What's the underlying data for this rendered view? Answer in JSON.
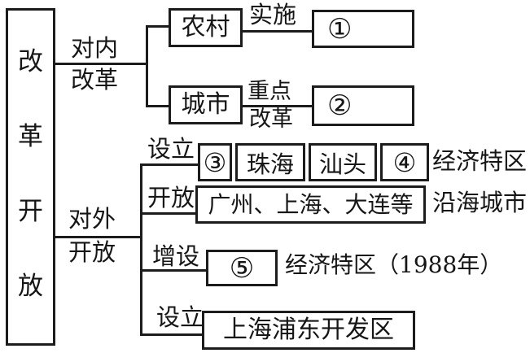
{
  "colors": {
    "line": "#1c1c1c",
    "background": "#ffffff"
  },
  "root": {
    "chars": [
      "改",
      "革",
      "开",
      "放"
    ]
  },
  "domestic": {
    "edge_top": "对内",
    "edge_bottom": "改革",
    "rural": {
      "label": "农村",
      "edge": "实施",
      "blank": "①"
    },
    "urban": {
      "label": "城市",
      "edge_top": "重点",
      "edge_bottom": "改革",
      "blank": "②"
    }
  },
  "foreign": {
    "edge_top": "对外",
    "edge_bottom": "开放",
    "sez": {
      "edge": "设立",
      "cells": [
        "③",
        "珠海",
        "汕头",
        "④"
      ],
      "note": "经济特区"
    },
    "coastal": {
      "edge": "开放",
      "label": "广州、上海、大连等",
      "note": "沿海城市"
    },
    "hainan": {
      "edge": "增设",
      "blank": "⑤",
      "note": "经济特区（1988年）"
    },
    "pudong": {
      "edge": "设立",
      "label": "上海浦东开发区"
    }
  }
}
